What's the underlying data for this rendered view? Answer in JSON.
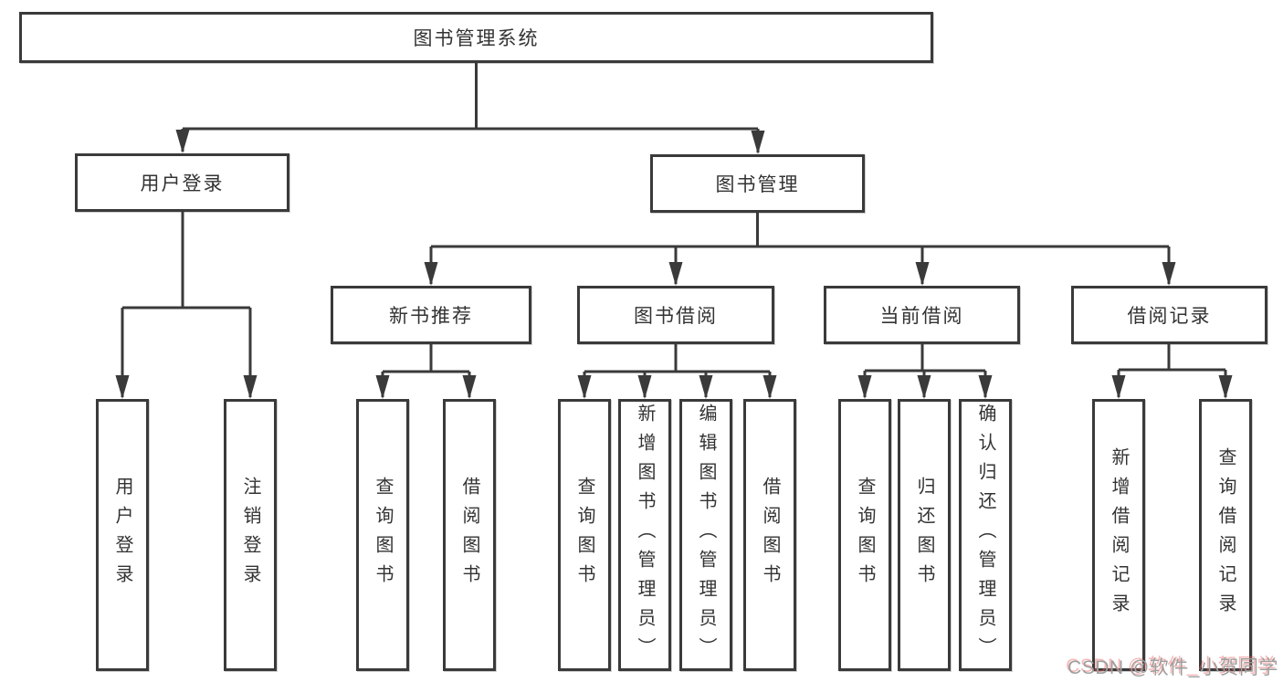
{
  "nodes": {
    "root": "图书管理系统",
    "user_login": "用户登录",
    "book_mgmt": "图书管理",
    "new_book": "新书推荐",
    "book_borrow": "图书借阅",
    "current_borrow": "当前借阅",
    "borrow_record": "借阅记录",
    "leaf_user_login": "用户登录",
    "leaf_logout": "注销登录",
    "leaf_nb_query": "查询图书",
    "leaf_nb_borrow": "借阅图书",
    "leaf_bb_query": "查询图书",
    "leaf_bb_add": "新增图书（管理员）",
    "leaf_bb_edit": "编辑图书（管理员）",
    "leaf_bb_borrow": "借阅图书",
    "leaf_cb_query": "查询图书",
    "leaf_cb_return": "归还图书",
    "leaf_cb_confirm": "确认归还（管理员）",
    "leaf_br_add": "新增借阅记录",
    "leaf_br_query": "查询借阅记录"
  },
  "watermark": "CSDN @软件_小贺同学",
  "colors": {
    "line": "#3a3a3a",
    "text": "#333333",
    "box_background": "#ffffff",
    "watermark_gray": "#9e9e9e",
    "watermark_red": "#eb6464"
  }
}
